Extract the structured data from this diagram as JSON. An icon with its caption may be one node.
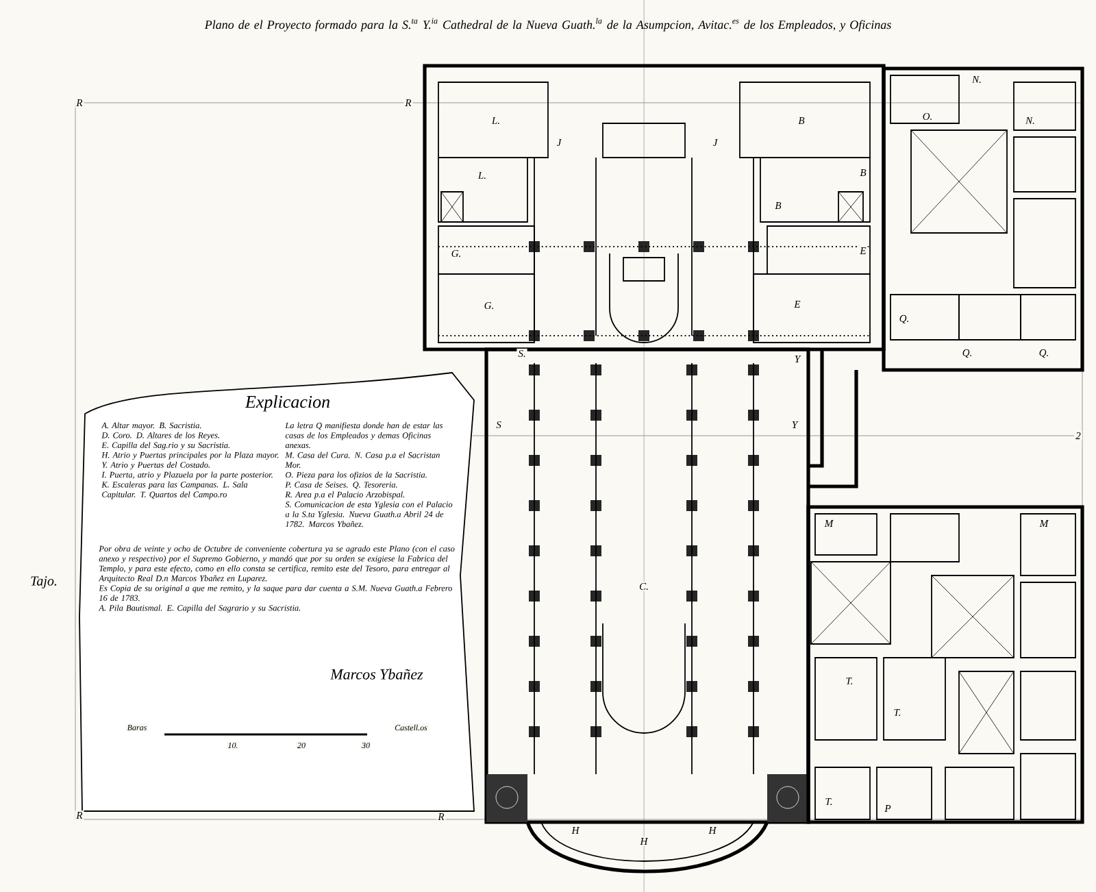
{
  "diagram": {
    "title": "Plano de el Proyecto formado para la S.$^{ta}$ Y.$^{ia}$ Cathedral de la Nueva Guath.$^{la}$ de la Asumpcion, Avitac.$^{es}$ de los Empleados, y Oficinas",
    "nodes": [
      {
        "text": [
          "Explicacion",
          "A. Altar mayor. B. Sacristia.",
          "D. Coro. D. Altares de los Reyes.",
          "E. Capilla del Sag.rio y su Sacristia.",
          "H. Atrio y Puertas principales por la Plaza mayor.",
          "Y. Atrio y Puertas del Costado.",
          "I. Puerta, atrio y Plazuela por la parte posterior. K. Escaleras para las Campanas. L. Sala Capitular. T. Quartos del Campo.ro",
          "La letra Q manifiesta donde han de estar las casas de los Empleados y demas Oficinas anexas.",
          "M. Casa del Cura. N. Casa p.a el Sacristan Mor.",
          "O. Pieza para los ofizios de la Sacristia.",
          "P. Casa de Seises. Q. Tesoreria.",
          "R. Area p.a el Palacio Arzobispal.",
          "S. Comunicacion de esta Yglesia con el Palacio a la S.ta Yglesia. Nueva Guath.a Abril 24 de 1782. Marcos Ybañez.",
          "Por obra de veinte y ocho de Octubre de conveniente cobertura ya se agrado este Plano (con el caso anexo y respectivo) por el Supremo Gobierno, y mandó que por su orden se exigiese la Fabrica del Templo, y para este efecto, como en ello consta se certifica, remito este del Tesoro, para entregar al Arquitecto Real D.n Marcos Ybañez en Luparez.",
          "Es Copia de su original a que me remito, y la saque para dar cuenta a S.M. Nueva Guath.a Febrero 16 de 1783.",
          "A. Pila Bautismal. E. Capilla del Sagrario y su Sacristia.",
          "Marcos Ybañez"
        ]
      }
    ],
    "labels": [
      "R",
      "R",
      "L.",
      "J",
      "J",
      "B",
      "O.",
      "N.",
      "N.",
      "L.",
      "B",
      "B",
      "G.",
      "E",
      "G.",
      "E",
      "Q.",
      "S.",
      "Y",
      "Q.",
      "Q.",
      "S",
      "Y",
      "2",
      "M",
      "M",
      "Tajo.",
      "C.",
      "T.",
      "T.",
      "T.",
      "P",
      "R",
      "R",
      "H",
      "H",
      "H",
      "Baras",
      "10.",
      "20",
      "30",
      "Castell.os"
    ]
  }
}
